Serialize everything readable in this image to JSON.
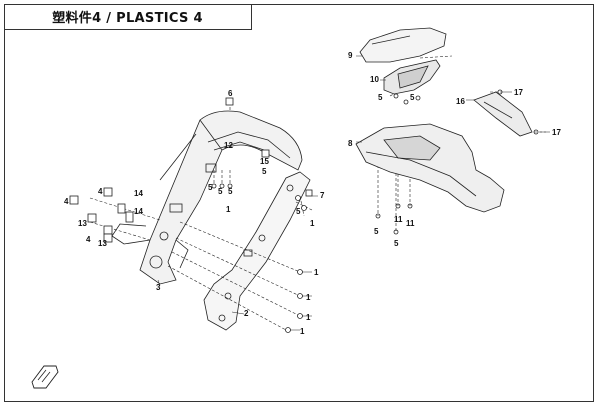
{
  "title": "塑料件4 / PLASTICS 4",
  "callouts": {
    "c1a": "1",
    "c1b": "1",
    "c1c": "1",
    "c1d": "1",
    "c1e": "1",
    "c1f": "1",
    "c2": "2",
    "c3": "3",
    "c4a": "4",
    "c4b": "4",
    "c4c": "4",
    "c5a": "5",
    "c5b": "5",
    "c5c": "5",
    "c5d": "5",
    "c5e": "5",
    "c5f": "5",
    "c5g": "5",
    "c5h": "5",
    "c5i": "5",
    "c6": "6",
    "c7": "7",
    "c8": "8",
    "c9": "9",
    "c10": "10",
    "c11a": "11",
    "c11b": "11",
    "c12": "12",
    "c13a": "13",
    "c13b": "13",
    "c14a": "14",
    "c14b": "14",
    "c15": "15",
    "c16": "16",
    "c17a": "17",
    "c17b": "17"
  },
  "icons": {
    "front-arrow": "front-direction-arrow-icon"
  }
}
